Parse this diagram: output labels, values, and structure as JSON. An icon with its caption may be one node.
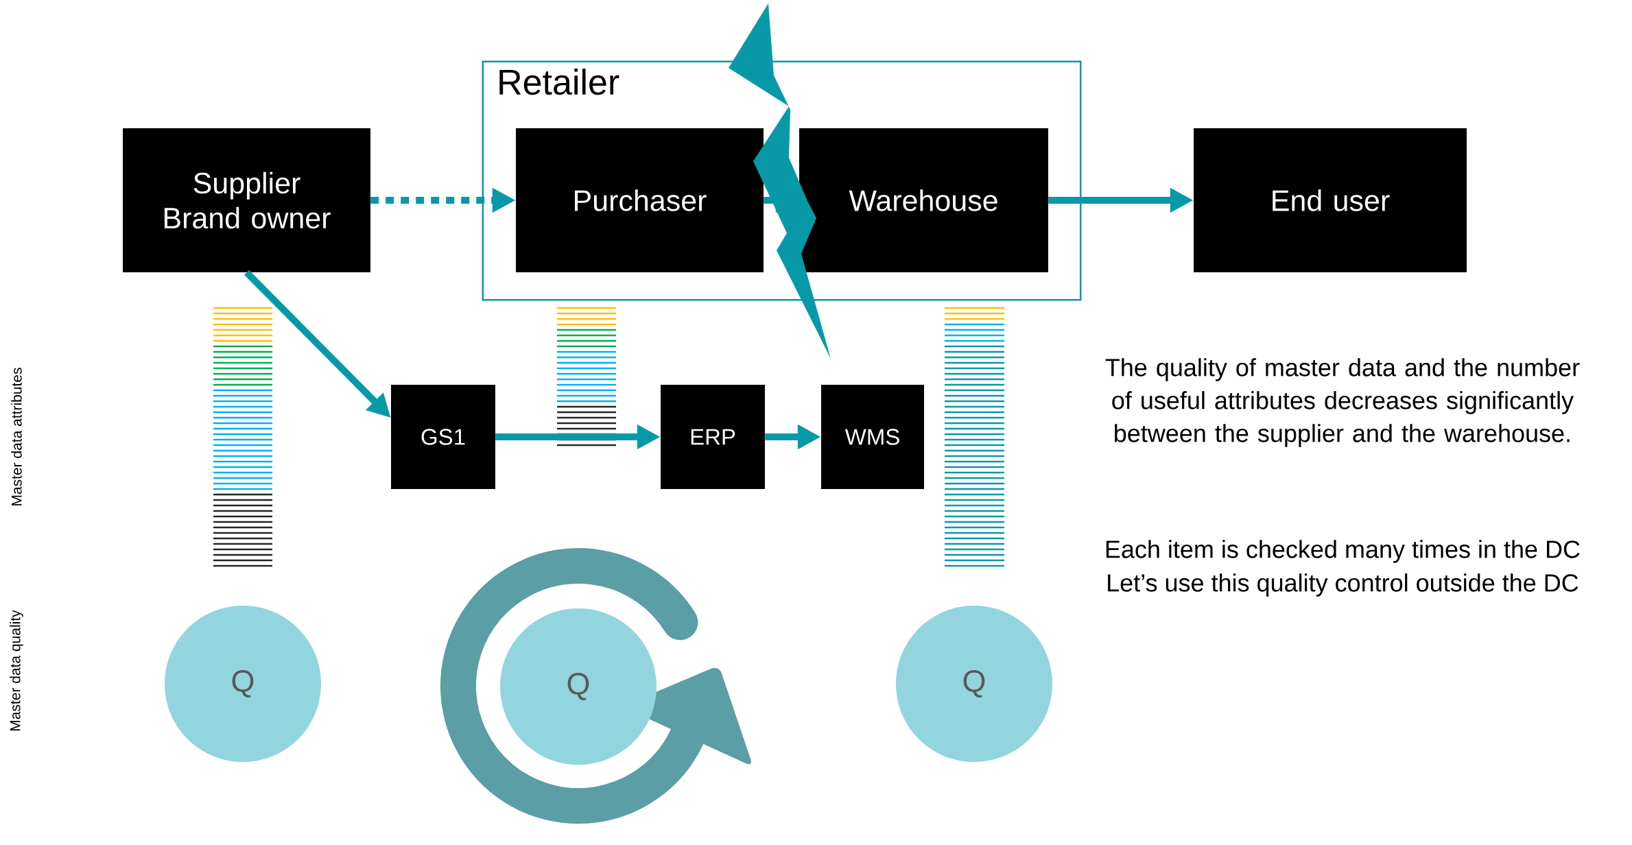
{
  "diagram": {
    "nodes": [
      {
        "text": [
          "Supplier Brand owner"
        ]
      },
      {
        "text": [
          "Retailer"
        ]
      },
      {
        "text": [
          "Purchaser"
        ],
        "in": 1
      },
      {
        "text": [
          "Warehouse"
        ],
        "in": 1
      },
      {
        "text": [
          "End user"
        ]
      },
      {
        "text": [
          "GS1"
        ]
      },
      {
        "text": [
          "ERP"
        ]
      },
      {
        "text": [
          "WMS"
        ]
      },
      {
        "text": [
          "Q"
        ]
      },
      {
        "text": [
          "Q"
        ]
      },
      {
        "text": [
          "Q"
        ]
      }
    ],
    "edges": [
      {
        "from": 0,
        "to": 2,
        "arrow": "to",
        "style": "dashed"
      },
      {
        "from": 2,
        "to": 3,
        "arrow": "to"
      },
      {
        "from": 3,
        "to": 4,
        "arrow": "to"
      },
      {
        "from": 0,
        "to": 5,
        "arrow": "to"
      },
      {
        "from": 5,
        "to": 6,
        "arrow": "to"
      },
      {
        "from": 6,
        "to": 7,
        "arrow": "to"
      }
    ],
    "labels": [
      "Master data attributes",
      "Master data quality",
      "The quality of master data and the number of useful attributes decreases significantly between the supplier and the warehouse.",
      "Each item is checked many times in the DC",
      "Let’s use this quality control outside the DC"
    ]
  }
}
